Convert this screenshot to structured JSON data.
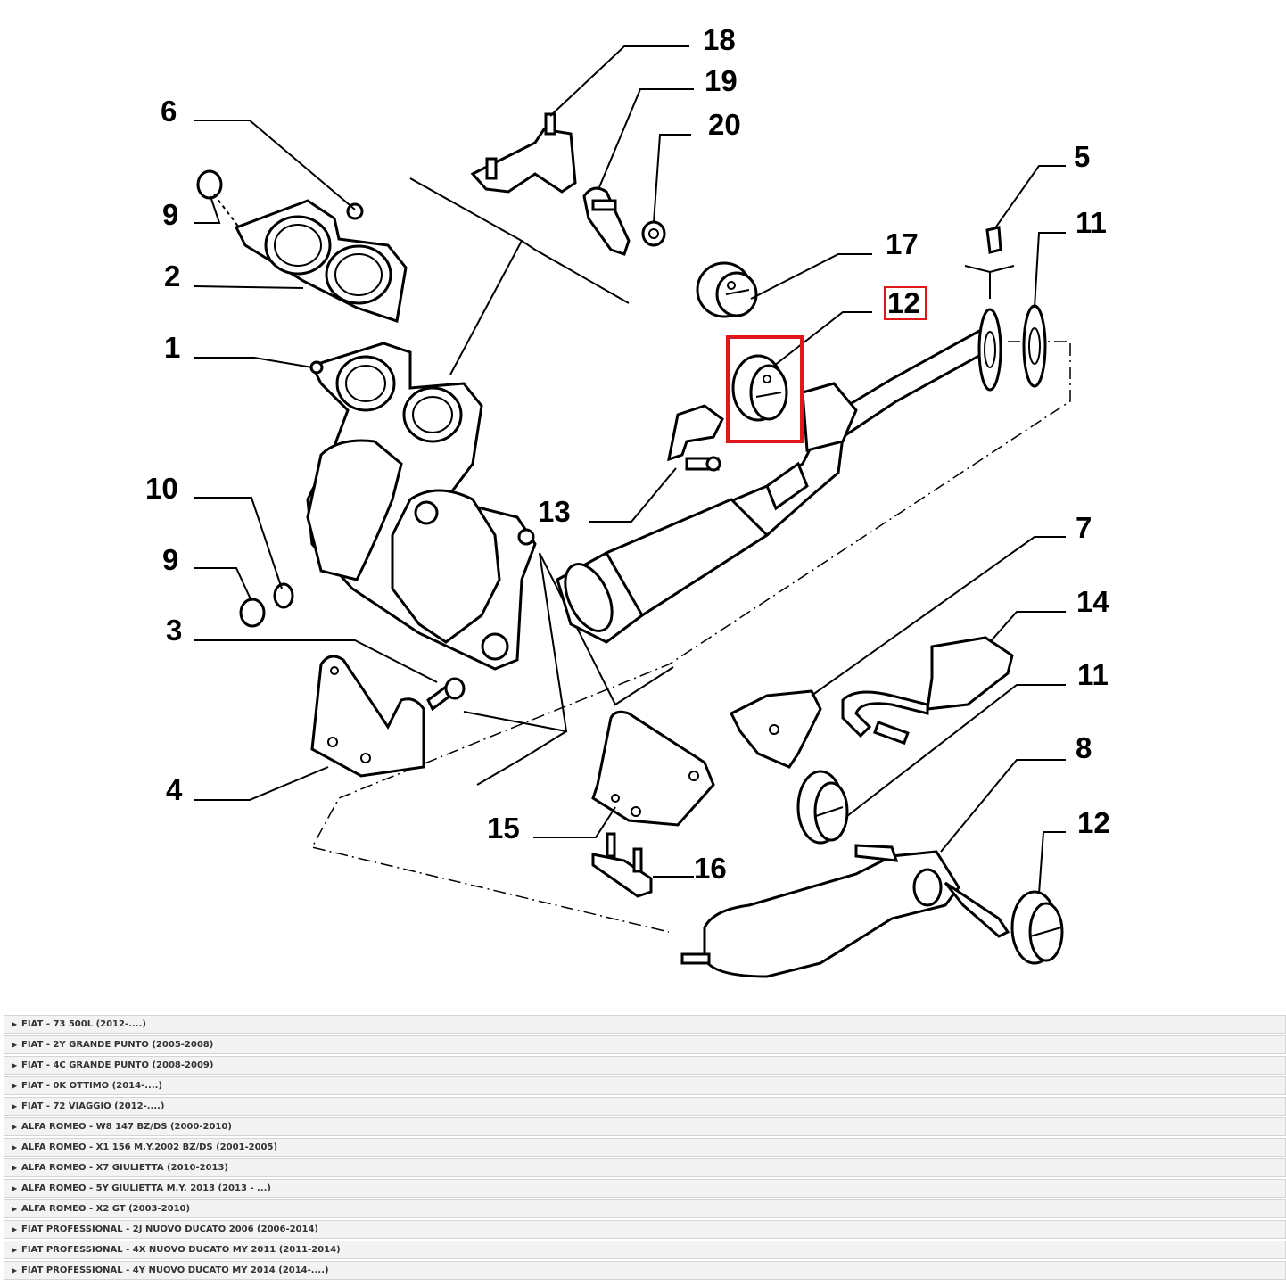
{
  "diagram": {
    "callouts": {
      "c1": "1",
      "c2": "2",
      "c3": "3",
      "c4": "4",
      "c5": "5",
      "c6": "6",
      "c7": "7",
      "c8": "8",
      "c9a": "9",
      "c9b": "9",
      "c10": "10",
      "c11a": "11",
      "c11b": "11",
      "c12a": "12",
      "c12b": "12",
      "c13": "13",
      "c14": "14",
      "c15": "15",
      "c16": "16",
      "c17": "17",
      "c18": "18",
      "c19": "19",
      "c20": "20"
    },
    "highlight_color": "#e0161b"
  },
  "models": [
    {
      "label": "FIAT - 73 500L (2012-....)"
    },
    {
      "label": "FIAT - 2Y GRANDE PUNTO (2005-2008)"
    },
    {
      "label": "FIAT - 4C GRANDE PUNTO (2008-2009)"
    },
    {
      "label": "FIAT - 0K OTTIMO (2014-....)"
    },
    {
      "label": "FIAT - 72 VIAGGIO (2012-....)"
    },
    {
      "label": "ALFA ROMEO - W8 147 BZ/DS (2000-2010)"
    },
    {
      "label": "ALFA ROMEO - X1 156 M.Y.2002 BZ/DS (2001-2005)"
    },
    {
      "label": "ALFA ROMEO - X7 GIULIETTA (2010-2013)"
    },
    {
      "label": "ALFA ROMEO - 5Y GIULIETTA M.Y. 2013 (2013 - ...)"
    },
    {
      "label": "ALFA ROMEO - X2 GT (2003-2010)"
    },
    {
      "label": "FIAT PROFESSIONAL - 2J NUOVO DUCATO 2006 (2006-2014)"
    },
    {
      "label": "FIAT PROFESSIONAL - 4X NUOVO DUCATO MY 2011 (2011-2014)"
    },
    {
      "label": "FIAT PROFESSIONAL - 4Y NUOVO DUCATO MY 2014 (2014-....)"
    }
  ]
}
